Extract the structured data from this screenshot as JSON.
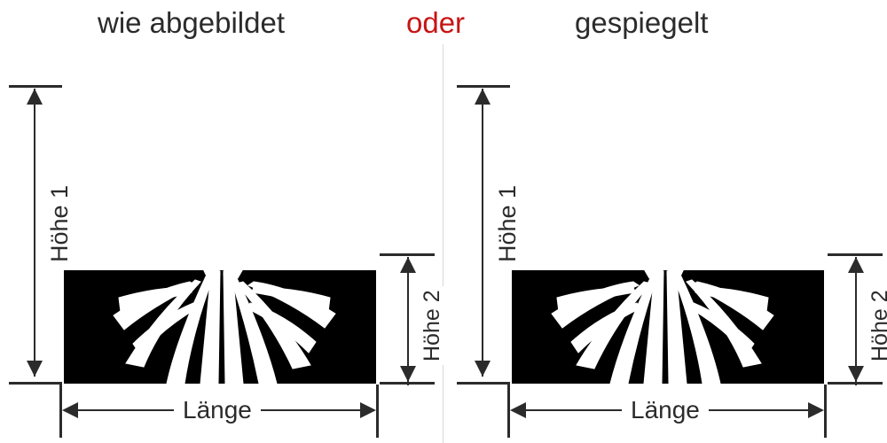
{
  "header": {
    "left_label": "wie abgebildet",
    "or_label": "oder",
    "right_label": "gespiegelt",
    "or_color": "#c81414",
    "text_color": "#2b2b2b"
  },
  "panels": [
    {
      "id": "left",
      "variant": "as-shown",
      "mirrored": false,
      "dimensions": {
        "height1_label": "Höhe 1",
        "height2_label": "Höhe 2",
        "length_label": "Länge"
      }
    },
    {
      "id": "right",
      "variant": "mirrored",
      "mirrored": true,
      "dimensions": {
        "height1_label": "Höhe 1",
        "height2_label": "Höhe 2",
        "length_label": "Länge"
      }
    }
  ],
  "graphic": {
    "planter_color": "#000000",
    "plant_color": "#ffffff",
    "background_color": "#ffffff",
    "divider_color": "#d8d8d8"
  }
}
